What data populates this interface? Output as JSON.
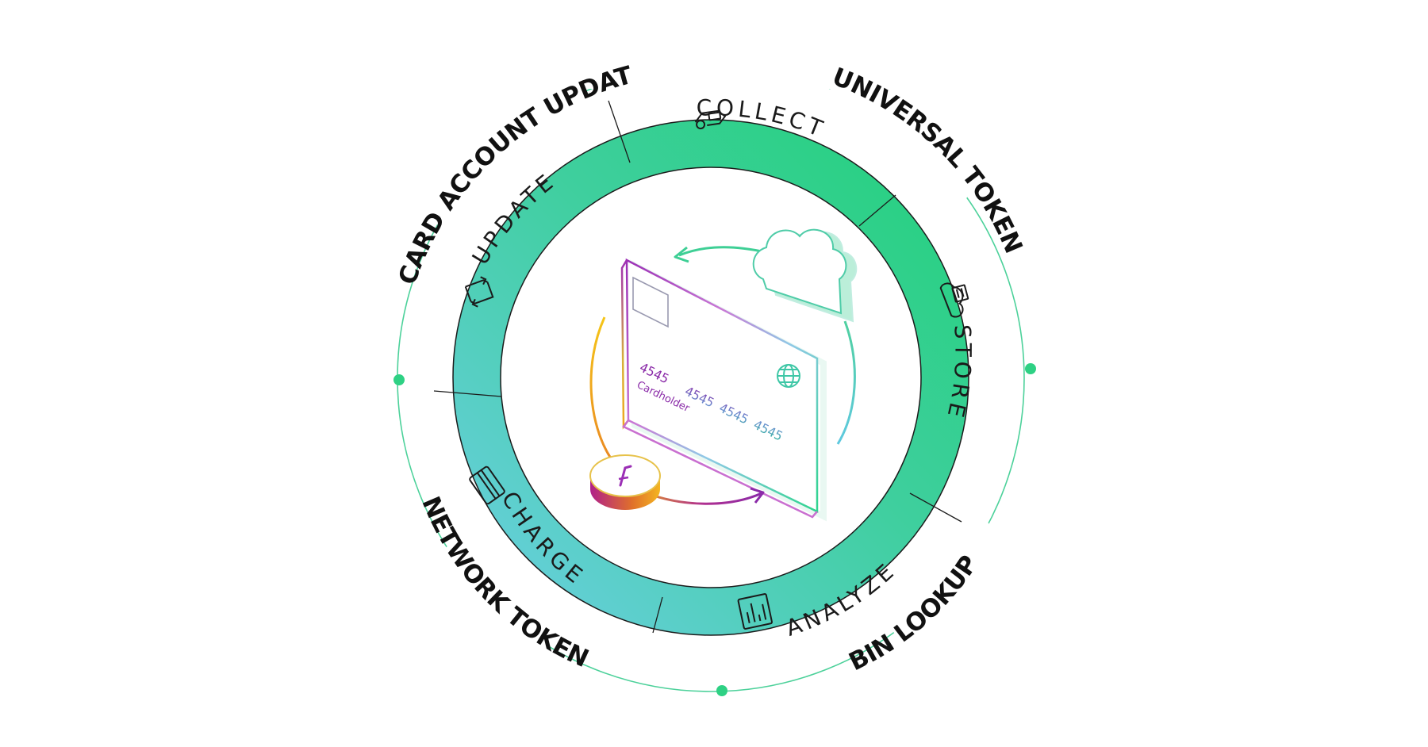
{
  "outer_labels": {
    "card_account_updater": "CARD ACCOUNT UPDATER",
    "universal_tokens": "UNIVERSAL TOKENS",
    "bin_lookup": "BIN LOOKUP",
    "network_token": "NETWORK TOKEN"
  },
  "segments": {
    "collect": "COLLECT",
    "store": "STORE",
    "analyze": "ANALYZE",
    "charge": "CHARGE",
    "update": "UPDATE"
  },
  "card": {
    "number_part1": "4545",
    "number_part2": "4545 4545 4545",
    "holder": "Cardholder"
  },
  "icons": {
    "collect": "hand-card-icon",
    "store": "cloud-server-icon",
    "analyze": "bar-chart-icon",
    "charge": "credit-card-icon",
    "update": "refresh-icon",
    "card_chip": "chip-icon",
    "card_globe": "globe-icon",
    "cloud": "cloud-icon",
    "coin": "coin-icon"
  },
  "colors": {
    "ring_green": "#2ed184",
    "ring_teal": "#4fc9c0",
    "ring_cyan": "#65cfe0",
    "orbit_line": "#4cd19a",
    "card_purple": "#8a2aa8",
    "card_teal": "#3ec7a6",
    "coin_orange": "#f1a51e",
    "coin_magenta": "#b0208a"
  }
}
